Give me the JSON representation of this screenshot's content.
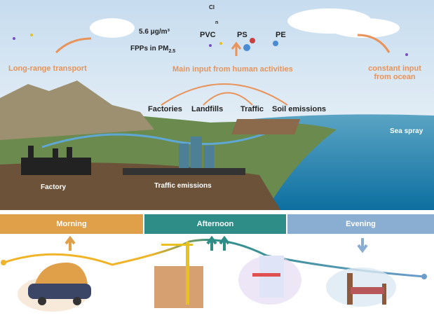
{
  "top": {
    "long_range": "Long-range transport",
    "concentration": "5.6  μg/m³",
    "fpps": "FPPs in PM",
    "fpps_sub": "2.5",
    "polymers": [
      "PVC",
      "PS",
      "PE"
    ],
    "pvc_substituent": "Cl",
    "repeat_n": "n",
    "main_input": "Main input from human activities",
    "ocean_input_line1": "constant input",
    "ocean_input_line2": "from ocean"
  },
  "sources": [
    "Factories",
    "Landfills",
    "Traffic",
    "Soil emissions"
  ],
  "scene_labels": {
    "sea_spray": "Sea spray",
    "factory": "Factory",
    "traffic_emissions": "Traffic emissions"
  },
  "periods": [
    {
      "label": "Morning",
      "color": "#e0a04a",
      "trend": "up",
      "arrows": 1
    },
    {
      "label": "Afternoon",
      "color": "#2e8e87",
      "trend": "up",
      "arrows": 2
    },
    {
      "label": "Evening",
      "color": "#8aaed1",
      "trend": "down",
      "arrows": 1
    }
  ]
}
